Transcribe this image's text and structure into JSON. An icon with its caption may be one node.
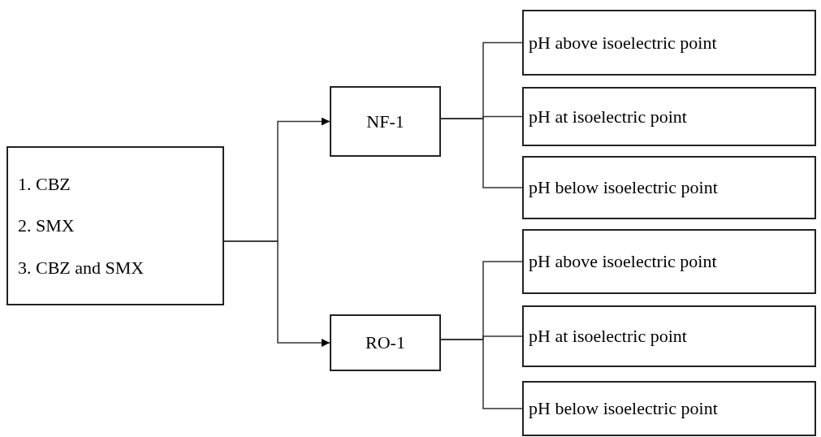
{
  "diagram": {
    "nodes": [
      {
        "text": [
          "1. CBZ",
          "2. SMX",
          "3. CBZ and SMX"
        ]
      },
      {
        "text": [
          "NF-1"
        ]
      },
      {
        "text": [
          "RO-1"
        ]
      },
      {
        "text": [
          "pH above isoelectric point"
        ]
      },
      {
        "text": [
          "pH at isoelectric point"
        ]
      },
      {
        "text": [
          "pH below isoelectric point"
        ]
      },
      {
        "text": [
          "pH above isoelectric point"
        ]
      },
      {
        "text": [
          "pH at isoelectric point"
        ]
      },
      {
        "text": [
          "pH below isoelectric point"
        ]
      }
    ],
    "edges": [
      {
        "from": 0,
        "to": 1,
        "arrow": "to"
      },
      {
        "from": 0,
        "to": 2,
        "arrow": "to"
      },
      {
        "from": 1,
        "to": 3,
        "arrow": "none"
      },
      {
        "from": 1,
        "to": 4,
        "arrow": "none"
      },
      {
        "from": 1,
        "to": 5,
        "arrow": "none"
      },
      {
        "from": 2,
        "to": 6,
        "arrow": "none"
      },
      {
        "from": 2,
        "to": 7,
        "arrow": "none"
      },
      {
        "from": 2,
        "to": 8,
        "arrow": "none"
      }
    ]
  }
}
